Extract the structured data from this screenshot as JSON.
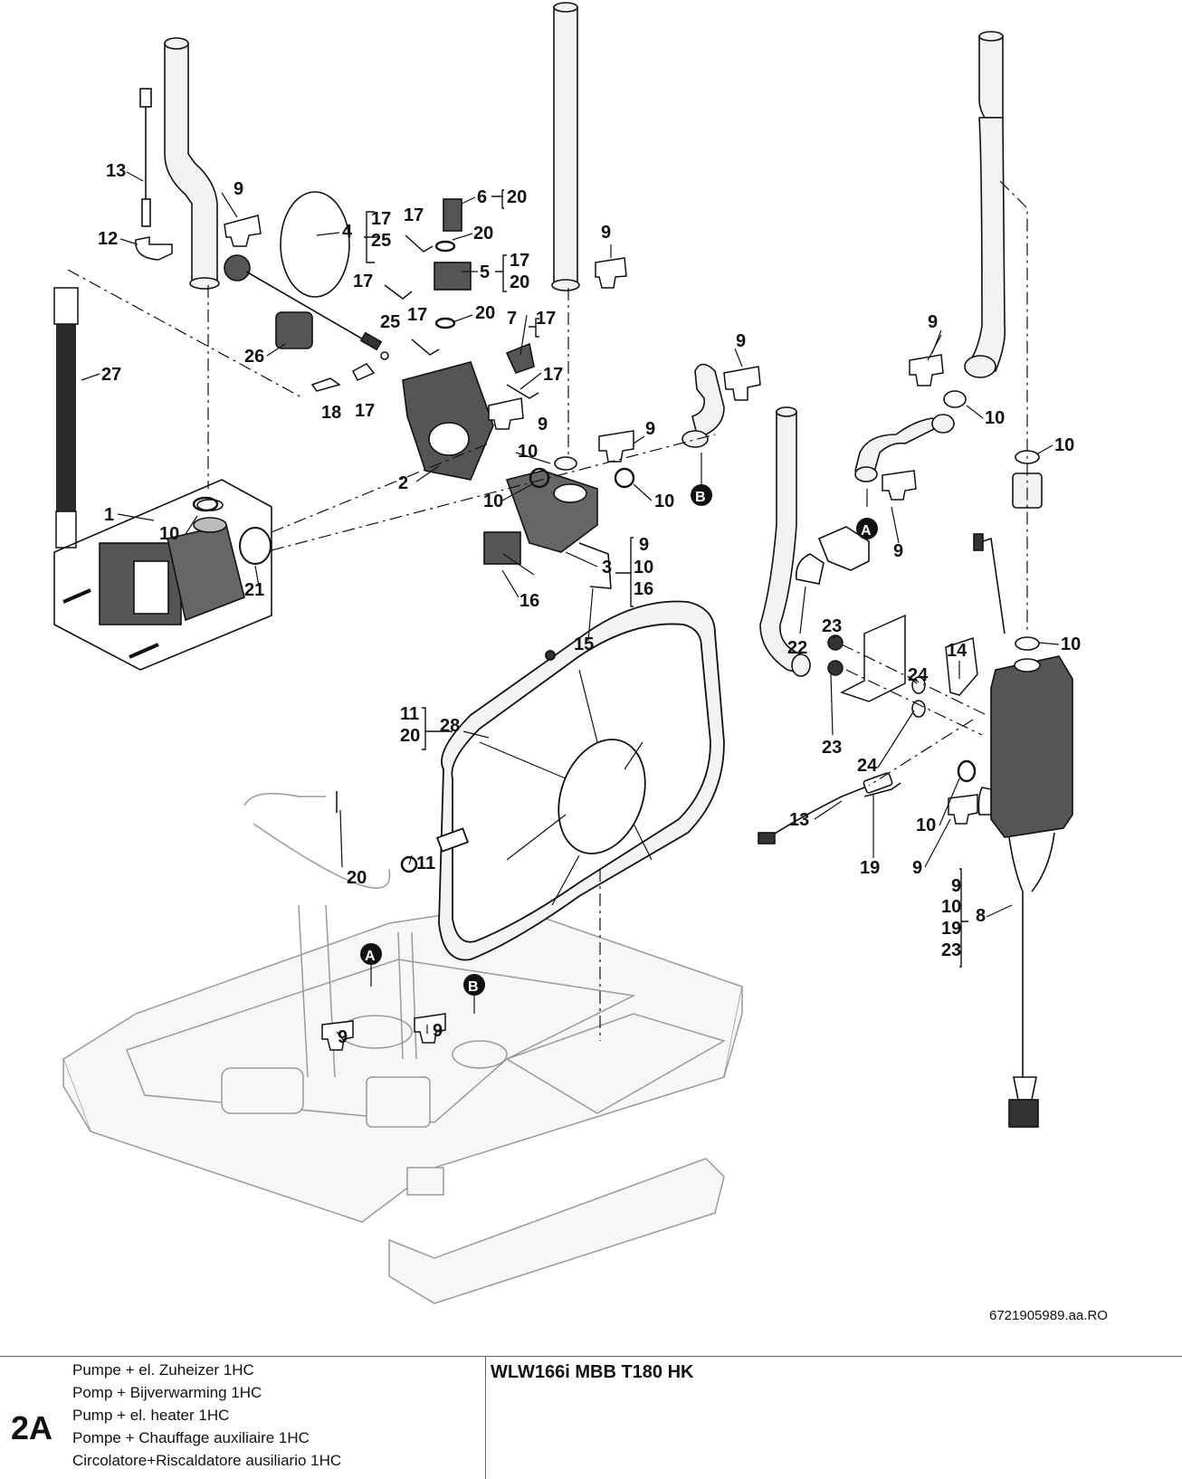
{
  "drawing": {
    "doc_ref": "6721905989.aa.RO",
    "callouts": [
      {
        "id": "c13a",
        "text": "13"
      },
      {
        "id": "c12",
        "text": "12"
      },
      {
        "id": "c9a",
        "text": "9"
      },
      {
        "id": "c4",
        "text": "4"
      },
      {
        "id": "c4b1",
        "text": "17"
      },
      {
        "id": "c4b2",
        "text": "25"
      },
      {
        "id": "c17a",
        "text": "17"
      },
      {
        "id": "c6",
        "text": "6"
      },
      {
        "id": "c6b1",
        "text": "20"
      },
      {
        "id": "c20a",
        "text": "20"
      },
      {
        "id": "c5",
        "text": "5"
      },
      {
        "id": "c5b1",
        "text": "17"
      },
      {
        "id": "c5b2",
        "text": "20"
      },
      {
        "id": "c9b",
        "text": "9"
      },
      {
        "id": "c17b",
        "text": "17"
      },
      {
        "id": "c25",
        "text": "25"
      },
      {
        "id": "c17c",
        "text": "17"
      },
      {
        "id": "c20b",
        "text": "20"
      },
      {
        "id": "c7",
        "text": "7"
      },
      {
        "id": "c7b1",
        "text": "17"
      },
      {
        "id": "c27",
        "text": "27"
      },
      {
        "id": "c26",
        "text": "26"
      },
      {
        "id": "c18",
        "text": "18"
      },
      {
        "id": "c17d",
        "text": "17"
      },
      {
        "id": "c17e",
        "text": "17"
      },
      {
        "id": "c9c",
        "text": "9"
      },
      {
        "id": "c9d",
        "text": "9"
      },
      {
        "id": "c9e",
        "text": "9"
      },
      {
        "id": "c9f",
        "text": "9"
      },
      {
        "id": "c10a",
        "text": "10"
      },
      {
        "id": "c10b",
        "text": "10"
      },
      {
        "id": "c10c",
        "text": "10"
      },
      {
        "id": "c10d",
        "text": "10"
      },
      {
        "id": "c2",
        "text": "2"
      },
      {
        "id": "c10e",
        "text": "10"
      },
      {
        "id": "c10f",
        "text": "10"
      },
      {
        "id": "c1",
        "text": "1"
      },
      {
        "id": "c10g",
        "text": "10"
      },
      {
        "id": "c21",
        "text": "21"
      },
      {
        "id": "c3",
        "text": "3"
      },
      {
        "id": "c3b1",
        "text": "9"
      },
      {
        "id": "c3b2",
        "text": "10"
      },
      {
        "id": "c3b3",
        "text": "16"
      },
      {
        "id": "c16",
        "text": "16"
      },
      {
        "id": "c15",
        "text": "15"
      },
      {
        "id": "c9g",
        "text": "9"
      },
      {
        "id": "c22",
        "text": "22"
      },
      {
        "id": "c23a",
        "text": "23"
      },
      {
        "id": "c14",
        "text": "14"
      },
      {
        "id": "c24a",
        "text": "24"
      },
      {
        "id": "c10h",
        "text": "10"
      },
      {
        "id": "c23b",
        "text": "23"
      },
      {
        "id": "c24b",
        "text": "24"
      },
      {
        "id": "c28a",
        "text": "11"
      },
      {
        "id": "c28b",
        "text": "20"
      },
      {
        "id": "c28",
        "text": "28"
      },
      {
        "id": "c13b",
        "text": "13"
      },
      {
        "id": "c10i",
        "text": "10"
      },
      {
        "id": "c19",
        "text": "19"
      },
      {
        "id": "c9h",
        "text": "9"
      },
      {
        "id": "c8b1",
        "text": "9"
      },
      {
        "id": "c8b2",
        "text": "10"
      },
      {
        "id": "c8b3",
        "text": "19"
      },
      {
        "id": "c8b4",
        "text": "23"
      },
      {
        "id": "c8",
        "text": "8"
      },
      {
        "id": "c20c",
        "text": "20"
      },
      {
        "id": "c11",
        "text": "11"
      },
      {
        "id": "c9i",
        "text": "9"
      },
      {
        "id": "c9j",
        "text": "9"
      }
    ],
    "markers": [
      {
        "id": "mB1",
        "text": "B"
      },
      {
        "id": "mA1",
        "text": "A"
      },
      {
        "id": "mA2",
        "text": "A"
      },
      {
        "id": "mB2",
        "text": "B"
      }
    ]
  },
  "footer": {
    "sheet_code": "2A",
    "names": [
      "Pumpe + el. Zuheizer 1HC",
      "Pomp + Bijverwarming 1HC",
      "Pump + el. heater 1HC",
      "Pompe + Chauffage auxiliaire 1HC",
      "Circolatore+Riscaldatore ausiliario 1HC"
    ],
    "model": "WLW166i MBB T180 HK"
  },
  "colors": {
    "line": "#111111",
    "ghost": "#9a9a9a",
    "tube": "#f2f2f2",
    "hose": "#2a2a2a"
  }
}
